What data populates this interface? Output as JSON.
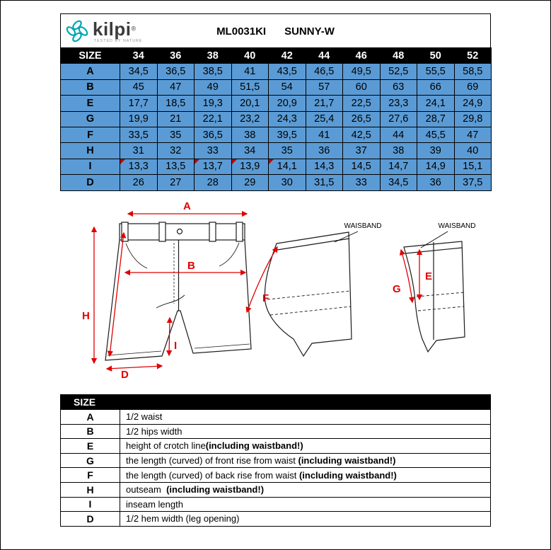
{
  "colors": {
    "table_blue": "#5B9BD5",
    "header_black": "#000000",
    "dimension_red": "#e00000",
    "brand_teal": "#00a7b5"
  },
  "header": {
    "brand": "kilpi",
    "brand_reg": "®",
    "brand_sub": "TESTED BY NATURE",
    "product_code": "ML0031KI",
    "product_name": "SUNNY-W"
  },
  "size_table": {
    "header": [
      "SIZE",
      "34",
      "36",
      "38",
      "40",
      "42",
      "44",
      "46",
      "48",
      "50",
      "52"
    ],
    "rows": [
      {
        "label": "A",
        "values": [
          "34,5",
          "36,5",
          "38,5",
          "41",
          "43,5",
          "46,5",
          "49,5",
          "52,5",
          "55,5",
          "58,5"
        ]
      },
      {
        "label": "B",
        "values": [
          "45",
          "47",
          "49",
          "51,5",
          "54",
          "57",
          "60",
          "63",
          "66",
          "69"
        ]
      },
      {
        "label": "E",
        "values": [
          "17,7",
          "18,5",
          "19,3",
          "20,1",
          "20,9",
          "21,7",
          "22,5",
          "23,3",
          "24,1",
          "24,9"
        ]
      },
      {
        "label": "G",
        "values": [
          "19,9",
          "21",
          "22,1",
          "23,2",
          "24,3",
          "25,4",
          "26,5",
          "27,6",
          "28,7",
          "29,8"
        ]
      },
      {
        "label": "F",
        "values": [
          "33,5",
          "35",
          "36,5",
          "38",
          "39,5",
          "41",
          "42,5",
          "44",
          "45,5",
          "47"
        ]
      },
      {
        "label": "H",
        "values": [
          "31",
          "32",
          "33",
          "34",
          "35",
          "36",
          "37",
          "38",
          "39",
          "40"
        ]
      },
      {
        "label": "I",
        "values": [
          "13,3",
          "13,5",
          "13,7",
          "13,9",
          "14,1",
          "14,3",
          "14,5",
          "14,7",
          "14,9",
          "15,1"
        ],
        "markers": [
          0,
          2,
          3,
          4
        ]
      },
      {
        "label": "D",
        "values": [
          "26",
          "27",
          "28",
          "29",
          "30",
          "31,5",
          "33",
          "34,5",
          "36",
          "37,5"
        ]
      }
    ]
  },
  "diagram": {
    "labels": {
      "A": "A",
      "B": "B",
      "D": "D",
      "H": "H",
      "I": "I",
      "E": "E",
      "F": "F",
      "G": "G"
    },
    "waistband_label": "WAISBAND"
  },
  "legend_table": {
    "header": "SIZE",
    "rows": [
      {
        "label": "A",
        "text": "1/2 waist",
        "bold": ""
      },
      {
        "label": "B",
        "text": "1/2 hips width",
        "bold": ""
      },
      {
        "label": "E",
        "text": "height of crotch line",
        "bold": "(including waistband!)"
      },
      {
        "label": "G",
        "text": "the length (curved) of front rise from waist ",
        "bold": "(including waistband!)"
      },
      {
        "label": "F",
        "text": "the length (curved) of back rise from waist ",
        "bold": "(including waistband!)"
      },
      {
        "label": "H",
        "text": "outseam  ",
        "bold": "(including waistband!)"
      },
      {
        "label": "I",
        "text": "inseam length",
        "bold": ""
      },
      {
        "label": "D",
        "text": "1/2 hem width (leg opening)",
        "bold": ""
      }
    ]
  }
}
